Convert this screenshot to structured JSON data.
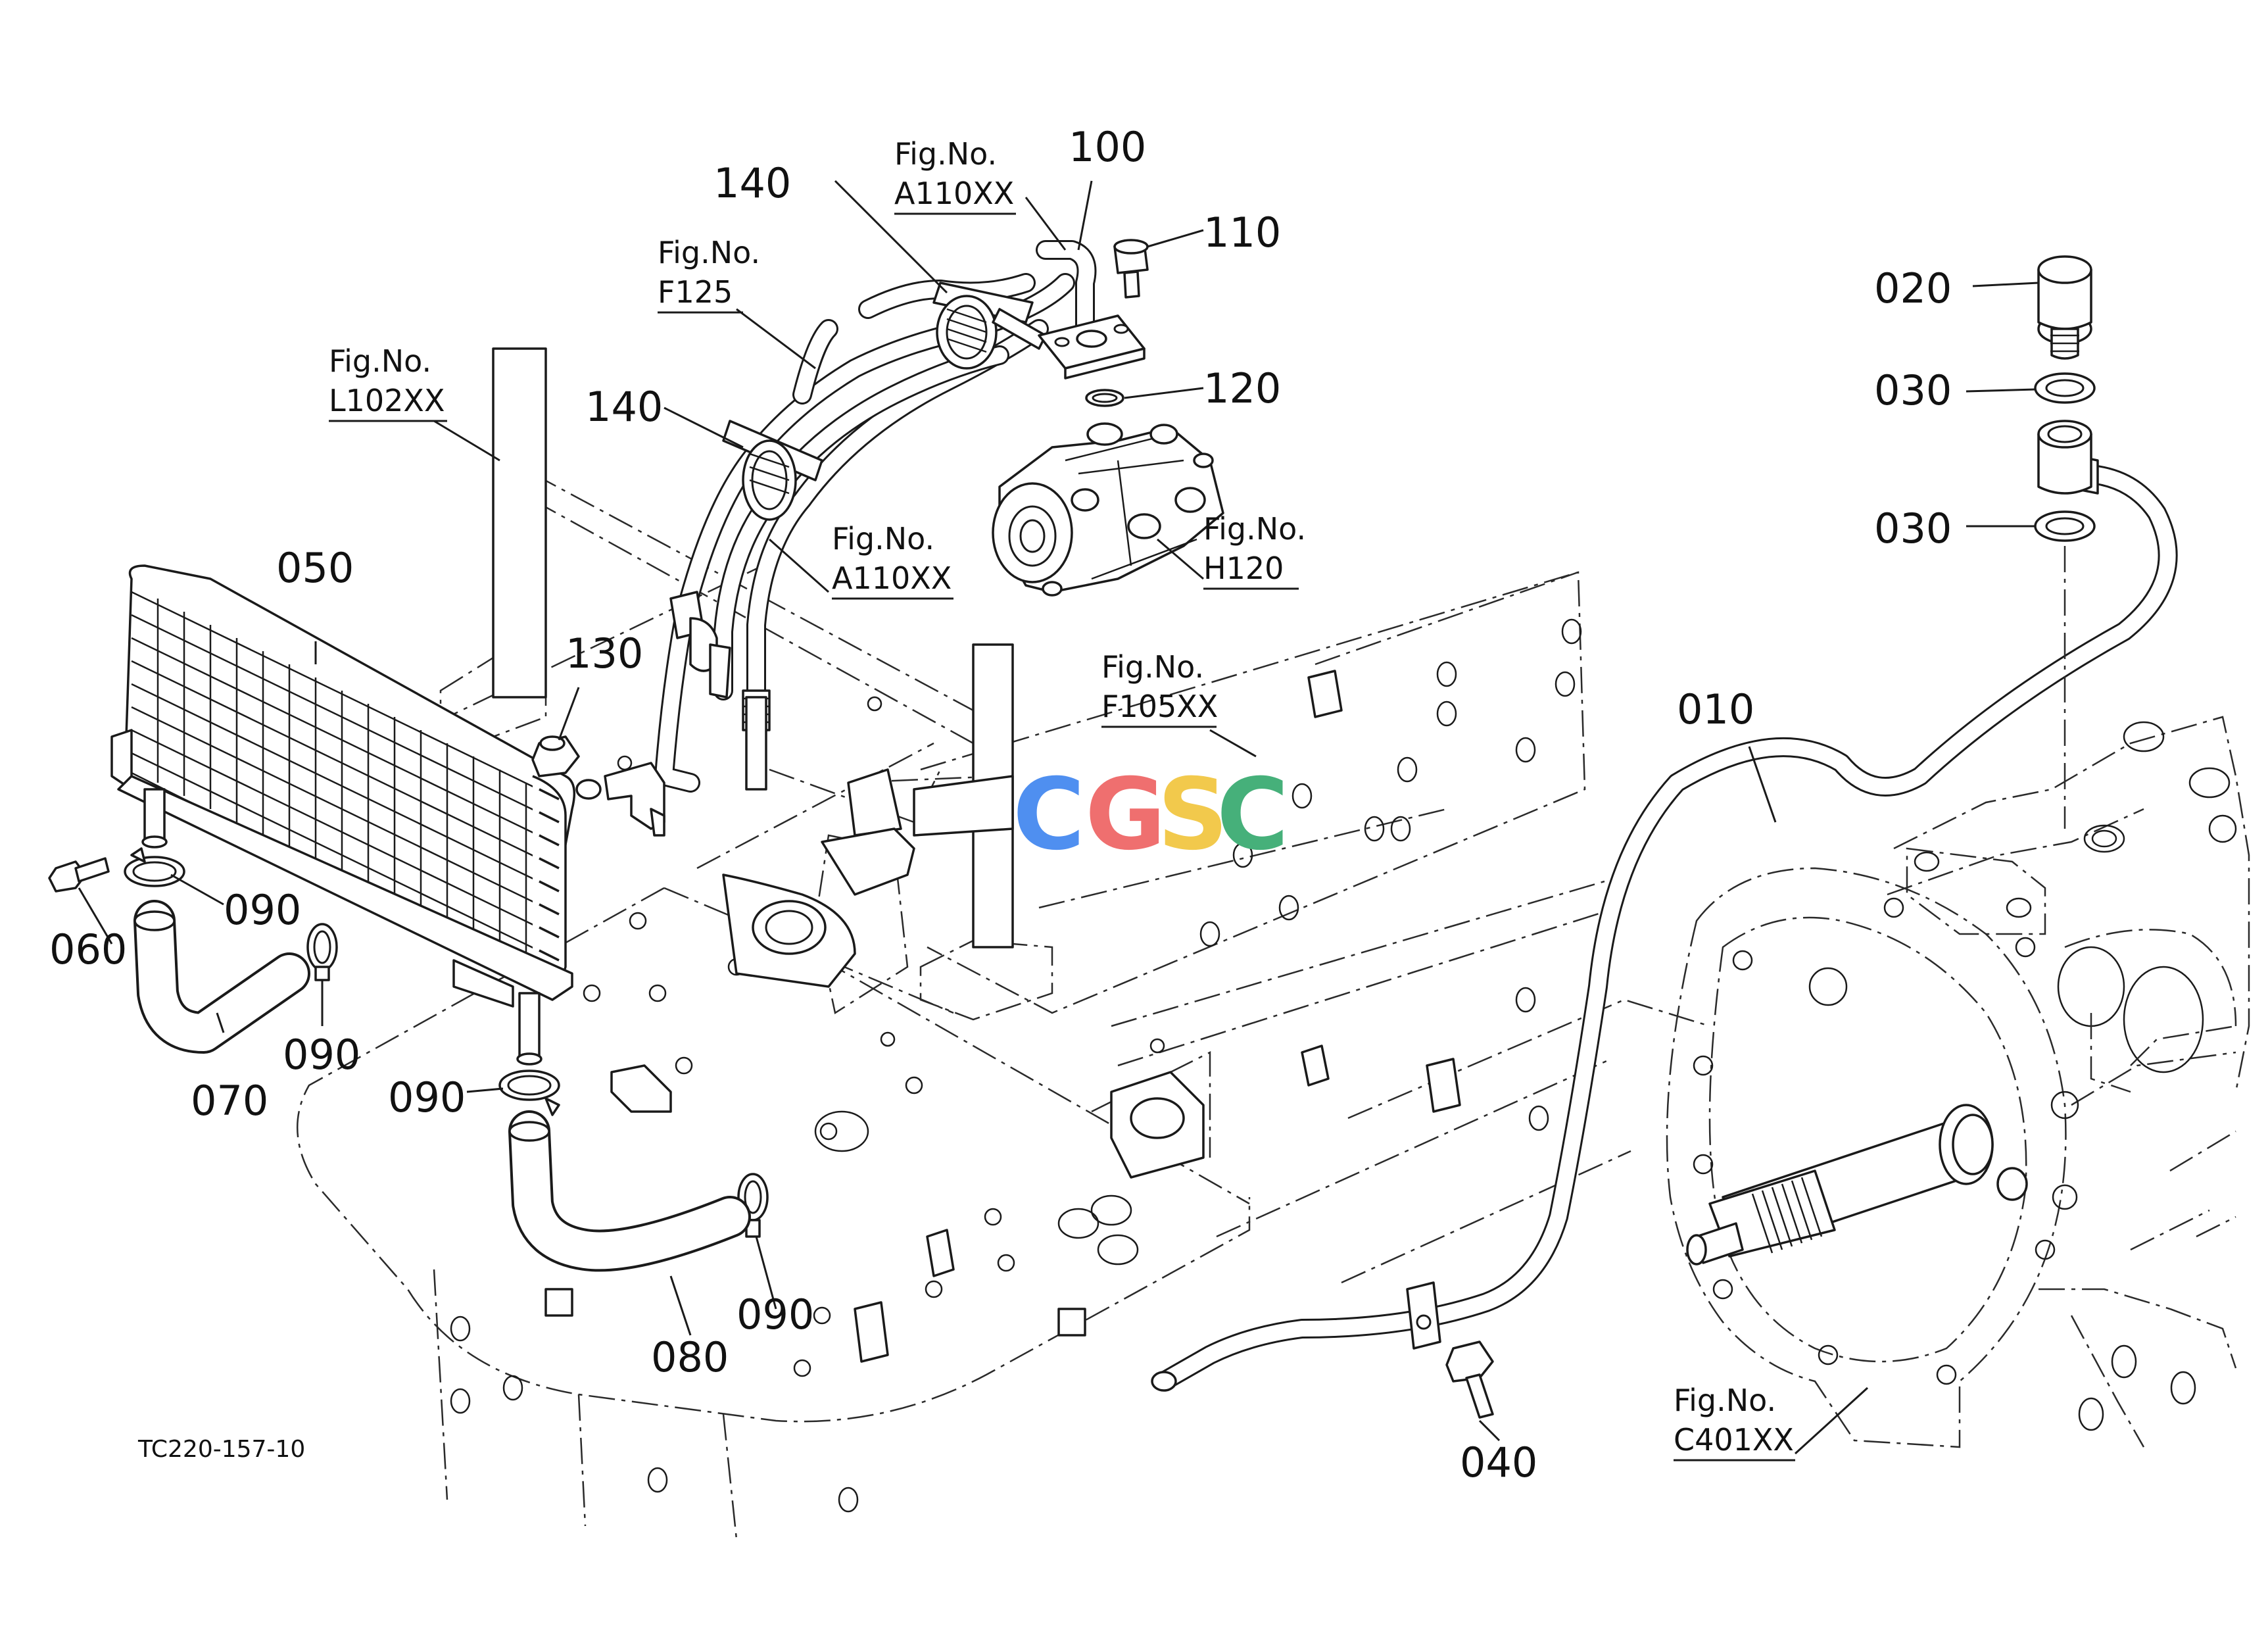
{
  "drawing_id": "TC220-157-10",
  "watermark": {
    "letters": [
      "C",
      "G",
      "S",
      "C"
    ],
    "colors": [
      "#4f8ff0",
      "#ef6f6f",
      "#f2c94c",
      "#46b07a"
    ]
  },
  "parts": {
    "p010": "010",
    "p020": "020",
    "p030a": "030",
    "p030b": "030",
    "p040": "040",
    "p050": "050",
    "p060": "060",
    "p070": "070",
    "p080": "080",
    "p090a": "090",
    "p090b": "090",
    "p090c": "090",
    "p090d": "090",
    "p100": "100",
    "p110": "110",
    "p120": "120",
    "p130": "130",
    "p140a": "140",
    "p140b": "140"
  },
  "figure_refs": {
    "prefix": "Fig.No.",
    "L102XX": "L102XX",
    "F125": "F125",
    "A110XX_top": "A110XX",
    "A110XX_mid": "A110XX",
    "H120": "H120",
    "F105XX": "F105XX",
    "C401XX": "C401XX"
  }
}
